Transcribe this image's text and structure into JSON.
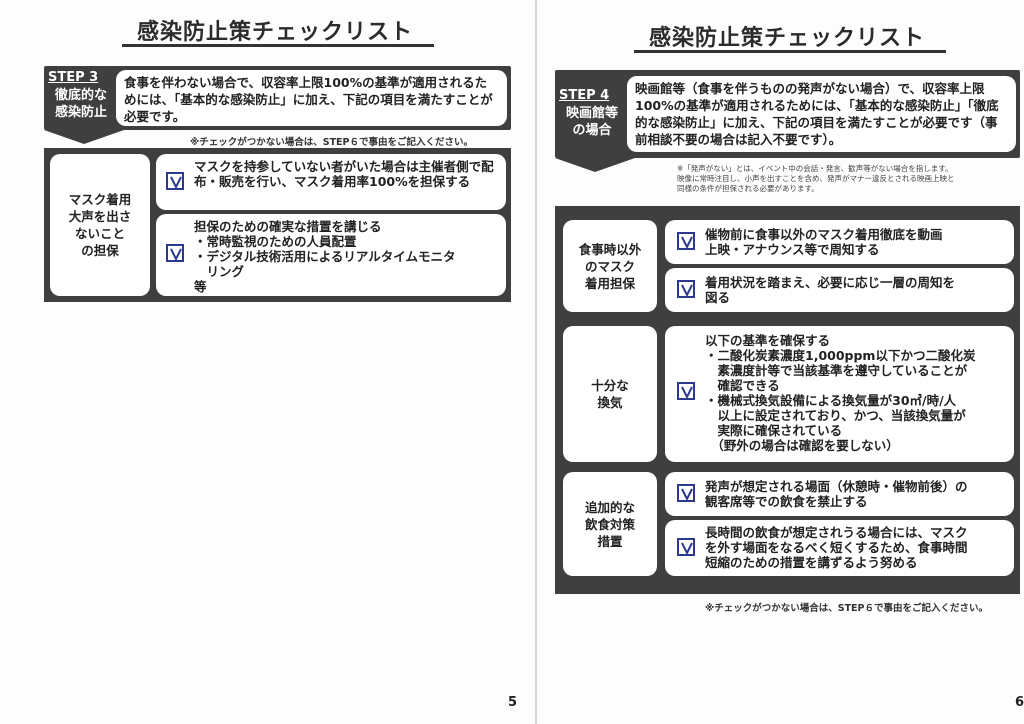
{
  "left": {
    "title": "感染防止策チェックリスト",
    "step": {
      "label": "STEP 3",
      "sub": "徹底的な\n感染防止",
      "text": "食事を伴わない場合で、収容率上限100%の基準が適用されるためには、「基本的な感染防止」に加え、下記の項目を満たすことが必要です。"
    },
    "note": "※チェックがつかない場合は、STEP６で事由をご記入ください。",
    "sections": [
      {
        "label": "マスク着用\n大声を出さ\nないこと\nの担保",
        "items": [
          "マスクを持参していない者がいた場合は主催者側で配布・販売を行い、マスク着用率100%を担保する",
          "担保のための確実な措置を講じる\n・常時監視のための人員配置\n・デジタル技術活用によるリアルタイムモニタ\n　リング\n等"
        ]
      }
    ],
    "page_number": "5"
  },
  "right": {
    "title": "感染防止策チェックリスト",
    "step": {
      "label": "STEP 4",
      "sub": "映画館等\nの場合",
      "text": "映画館等（食事を伴うものの発声がない場合）で、収容率上限100%の基準が適用されるためには、「基本的な感染防止」「徹底的な感染防止」に加え、下記の項目を満たすことが必要です（事前相談不要の場合は記入不要です）。"
    },
    "small_note": "※「発声がない」とは、イベント中の会話・発言、歓声等がない場合を指します。\n映像に常時注目し、小声を出すことを含め、発声がマナー違反とされる映画上映と\n同様の条件が担保される必要があります。",
    "sections": [
      {
        "label": "食事時以外\nのマスク\n着用担保",
        "items": [
          "催物前に食事以外のマスク着用徹底を動画\n上映・アナウンス等で周知する",
          "着用状況を踏まえ、必要に応じ一層の周知を\n図る"
        ]
      },
      {
        "label": "十分な\n換気",
        "items": [
          "以下の基準を確保する\n・二酸化炭素濃度1,000ppm以下かつ二酸化炭\n　素濃度計等で当該基準を遵守していることが\n　確認できる\n・機械式換気設備による換気量が30㎥/時/人\n　以上に設定されており、かつ、当該換気量が\n　実際に確保されている\n　（野外の場合は確認を要しない）"
        ]
      },
      {
        "label": "追加的な\n飲食対策\n措置",
        "items": [
          "発声が想定される場面（休憩時・催物前後）の\n観客席等での飲食を禁止する",
          "長時間の飲食が想定されうる場合には、マスク\nを外す場面をなるべく短くするため、食事時間\n短縮のための措置を講ずるよう努める"
        ]
      }
    ],
    "note": "※チェックがつかない場合は、STEP６で事由をご記入ください。",
    "page_number": "6"
  },
  "colors": {
    "panel": "#3f3f3f",
    "checkbox": "#2d3a8c"
  }
}
